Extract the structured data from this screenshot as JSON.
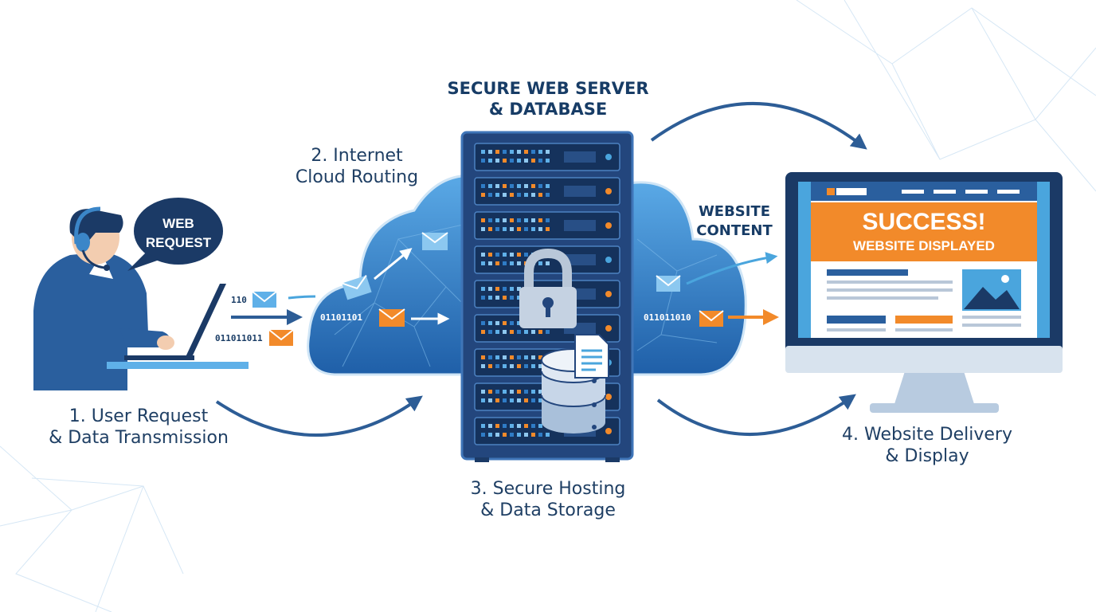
{
  "steps": {
    "step1": {
      "line1": "1. User Request",
      "line2": "& Data Transmission"
    },
    "step2": {
      "line1": "2. Internet",
      "line2": "Cloud Routing"
    },
    "step3": {
      "line1": "3. Secure Hosting",
      "line2": "& Data Storage"
    },
    "step4": {
      "line1": "4. Website Delivery",
      "line2": "& Display"
    }
  },
  "server_heading": {
    "line1": "SECURE WEB SERVER",
    "line2": "& DATABASE"
  },
  "speech_bubble": {
    "line1": "WEB",
    "line2": "REQUEST"
  },
  "website_content_label": {
    "line1": "WEBSITE",
    "line2": "CONTENT"
  },
  "binary": {
    "a": "110",
    "b": "011011011",
    "c": "01101101",
    "d": "011011010"
  },
  "monitor": {
    "banner_title": "SUCCESS!",
    "banner_subtitle": "WEBSITE DISPLAYED"
  },
  "icons": [
    "headset-icon",
    "laptop-icon",
    "envelope-icon",
    "cloud-icon",
    "server-rack-icon",
    "padlock-icon",
    "database-icon",
    "document-icon",
    "monitor-icon",
    "image-icon"
  ],
  "colors": {
    "navy": "#1b3a66",
    "blue": "#2a6db5",
    "light_blue": "#4aa5dd",
    "orange": "#f28a2a",
    "server": "#23467d",
    "cloud": "#3c8ed2"
  }
}
